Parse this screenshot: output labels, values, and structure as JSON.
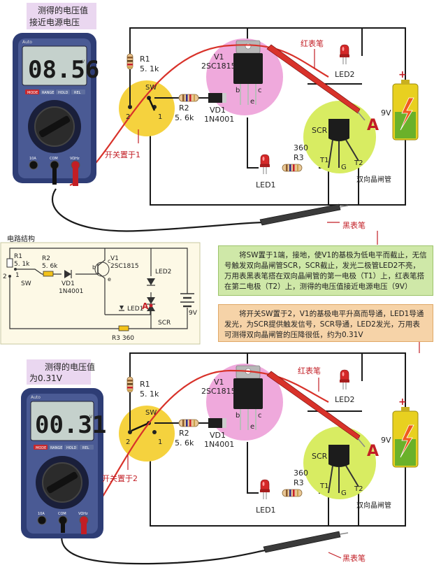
{
  "top_panel": {
    "meter_caption_line1": "测得的电压值",
    "meter_caption_line2": "接近电源电压",
    "meter_reading": "08.56",
    "switch_position_label": "开关置于1",
    "red_probe_label": "红表笔",
    "black_probe_label": "黑表笔"
  },
  "bottom_panel": {
    "meter_caption_line1": "测得的电压值",
    "meter_caption_line2": "为0.31V",
    "meter_reading": "00.31",
    "switch_position_label": "开关置于2",
    "red_probe_label": "红表笔",
    "black_probe_label": "黑表笔"
  },
  "meter": {
    "auto_label": "Auto",
    "unit_label": "V",
    "buttons": [
      "MODE",
      "RANGE",
      "HOLD",
      "REL"
    ],
    "jack_labels": [
      "10A",
      "COM",
      "VΩHz"
    ]
  },
  "components": {
    "r1": {
      "name": "R1",
      "value": "5. 1k"
    },
    "r2": {
      "name": "R2",
      "value": "5. 6k"
    },
    "r3": {
      "name": "R3",
      "value": "360"
    },
    "v1": {
      "name": "V1",
      "part": "2SC1815"
    },
    "vd1": {
      "name": "VD1",
      "part": "1N4001"
    },
    "led1": "LED1",
    "led2": "LED2",
    "scr": "SCR",
    "battery": "9V",
    "switch": "SW",
    "pin_1": "1",
    "pin_2": "2",
    "pin_b": "b",
    "pin_c": "c",
    "pin_e": "e",
    "t1": "T1",
    "t2": "T2",
    "g": "G",
    "triac_name": "双向晶闸管",
    "point_a": "A",
    "plus": "+"
  },
  "schematic": {
    "title": "电路结构",
    "r1": "R1",
    "r1_value": "5. 1k",
    "r2": "R2",
    "r2_value": "5. 6k",
    "vd1": "VD1",
    "vd1_part": "1N4001",
    "v1": "V1",
    "v1_part": "2SC1815",
    "led1": "LED1",
    "led2": "LED2",
    "r3": "R3  360",
    "scr": "SCR",
    "battery": "9V",
    "sw": "SW",
    "a": "A",
    "n1": "1",
    "n2": "2",
    "b": "b",
    "c": "c",
    "e": "e"
  },
  "notes": {
    "switch_1": "将SW置于1端，接地，使V1的基极为低电平而截止，无信号触发双向晶闸管SCR，SCR截止，发光二极管LED2不亮，万用表黑表笔搭在双向晶闸管的第一电极（T1）上，红表笔搭在第二电极（T2）上，测得的电压值接近电源电压（9V）",
    "switch_2": "将开关SW置于2，V1的基极电平升高而导通，LED1导通发光，为SCR提供触发信号，SCR导通，LED2发光，万用表可测得双向晶闸管的压降很低，约为0.31V"
  },
  "colors": {
    "probe_red": "#d8322a",
    "probe_black": "#1a1a1a",
    "led_red": "#d42828",
    "circle_yellow": "#f5d23e",
    "circle_pink": "#efa9dc",
    "circle_green": "#d8ec62",
    "note_green": "#cfe8a8",
    "note_orange": "#f6d3a8",
    "meter_body": "#2e3d75",
    "lcd": "#c5d1cc",
    "callout_bg": "#ead7f0"
  }
}
